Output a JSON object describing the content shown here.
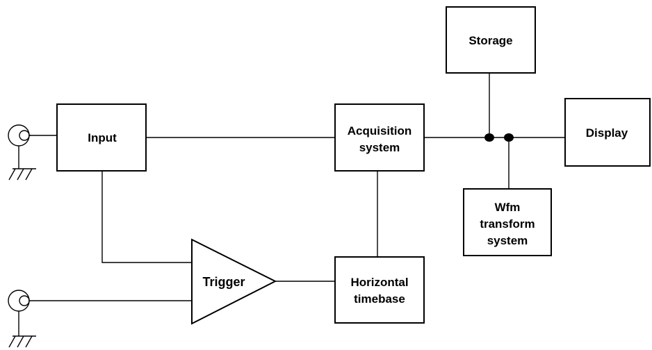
{
  "blocks": {
    "input": {
      "label": "Input"
    },
    "acquisition": {
      "line1": "Acquisition",
      "line2": "system"
    },
    "storage": {
      "label": "Storage"
    },
    "display": {
      "label": "Display"
    },
    "wfm": {
      "line1": "Wfm",
      "line2": "transform",
      "line3": "system"
    },
    "horizontal": {
      "line1": "Horizontal",
      "line2": "timebase"
    },
    "trigger": {
      "label": "Trigger"
    }
  },
  "icons": [
    "bnc-connector-icon",
    "ground-icon"
  ],
  "colors": {
    "stroke": "#000000",
    "background": "#ffffff"
  }
}
